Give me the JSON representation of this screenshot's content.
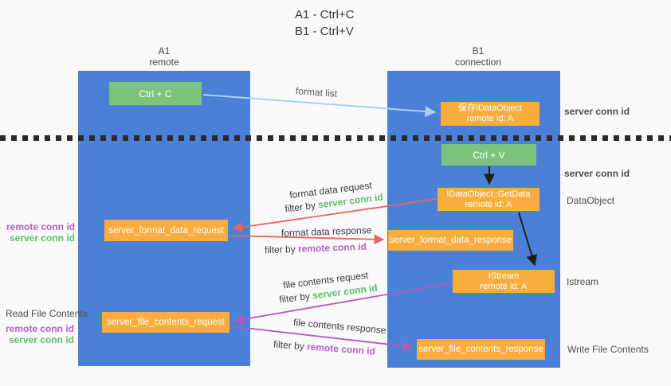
{
  "title": {
    "line1": "A1 - Ctrl+C",
    "line2": "B1 - Ctrl+V"
  },
  "lanes": {
    "left": {
      "name": "A1",
      "role": "remote"
    },
    "right": {
      "name": "B1",
      "role": "connection"
    }
  },
  "nodes": {
    "ctrl_c": {
      "label": "Ctrl + C"
    },
    "ctrl_v": {
      "label": "Ctrl + V"
    },
    "save_idataobject": {
      "line1": "保存IDataObject",
      "line2": "remote id: A"
    },
    "getdata": {
      "line1": "IDataObject::GetData",
      "line2": "remote id: A"
    },
    "istream": {
      "line1": "IStream",
      "line2": "remote id: A"
    },
    "server_format_data_request": {
      "label": "server_format_data_request"
    },
    "server_format_data_response": {
      "label": "server_format_data_response"
    },
    "server_file_contents_request": {
      "label": "server_file_contents_request"
    },
    "server_file_contents_response": {
      "label": "server_file_contents_response"
    }
  },
  "arrows": {
    "format_list": {
      "label": "format list"
    },
    "format_data_request": {
      "label": "format data request",
      "filter_prefix": "filter by ",
      "filter_value": "server conn id"
    },
    "format_data_response": {
      "label": "format data response",
      "filter_prefix": "filter by ",
      "filter_value": "remote conn id"
    },
    "file_contents_request": {
      "label": "file contents request",
      "filter_prefix": "filter by ",
      "filter_value": "server conn id"
    },
    "file_contents_response": {
      "label": "file contents response",
      "filter_prefix": "filter by ",
      "filter_value": "remote conn id"
    }
  },
  "side_labels": {
    "left_top": {
      "remote": "remote conn id",
      "server": "server conn id"
    },
    "read_file_contents": "Read File Contents",
    "left_bottom": {
      "remote": "remote conn id",
      "server": "server conn id"
    },
    "right_server_conn_id_top": "server conn id",
    "right_server_conn_id_mid": "server conn id",
    "dataobject": "DataObject",
    "istream": "Istream",
    "write_file_contents": "Write File Contents"
  },
  "colors": {
    "lane_blue": "#4a81d6",
    "node_green": "#7cc47d",
    "node_orange": "#f9ad3f",
    "server_conn_green": "#5abf63",
    "remote_conn_purple": "#b55fc6",
    "arrow_red": "#e8645e",
    "arrow_magenta": "#bd54bd",
    "arrow_light_blue": "#aacfee",
    "arrow_black": "#1f1f1f"
  }
}
